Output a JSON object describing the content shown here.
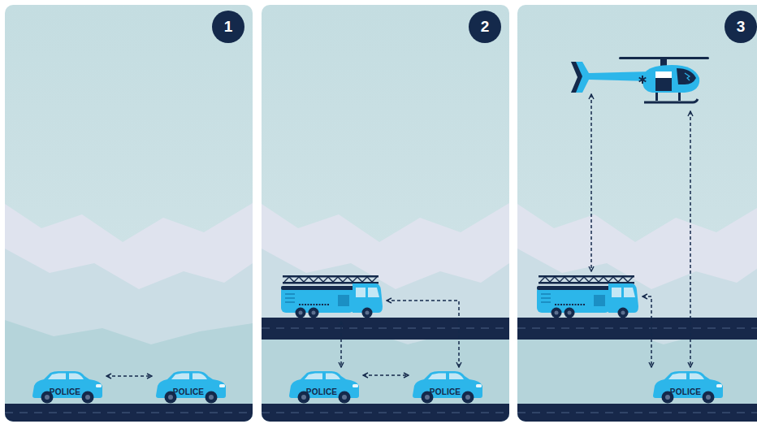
{
  "diagram": {
    "nodes": [
      {
        "text": [
          "1"
        ]
      },
      {
        "text": [
          "POLICE"
        ],
        "in": 0
      },
      {
        "text": [
          "POLICE"
        ],
        "in": 0
      },
      {
        "text": [
          "2"
        ]
      },
      {
        "text": [],
        "in": 3
      },
      {
        "text": [
          "POLICE"
        ],
        "in": 3
      },
      {
        "text": [
          "POLICE"
        ],
        "in": 3
      },
      {
        "text": [
          "3"
        ]
      },
      {
        "text": [],
        "in": 7
      },
      {
        "text": [],
        "in": 7
      },
      {
        "text": [
          "POLICE"
        ],
        "in": 7
      }
    ],
    "edges": [
      {
        "from": 1,
        "to": 2,
        "arrow": "both"
      },
      {
        "from": 4,
        "to": 5,
        "arrow": "both"
      },
      {
        "from": 5,
        "to": 6,
        "arrow": "both"
      },
      {
        "from": 6,
        "to": 4,
        "arrow": "both"
      },
      {
        "from": 8,
        "to": 9,
        "arrow": "both"
      },
      {
        "from": 9,
        "to": 10,
        "arrow": "both"
      },
      {
        "from": 8,
        "to": 10,
        "arrow": "both"
      }
    ]
  }
}
